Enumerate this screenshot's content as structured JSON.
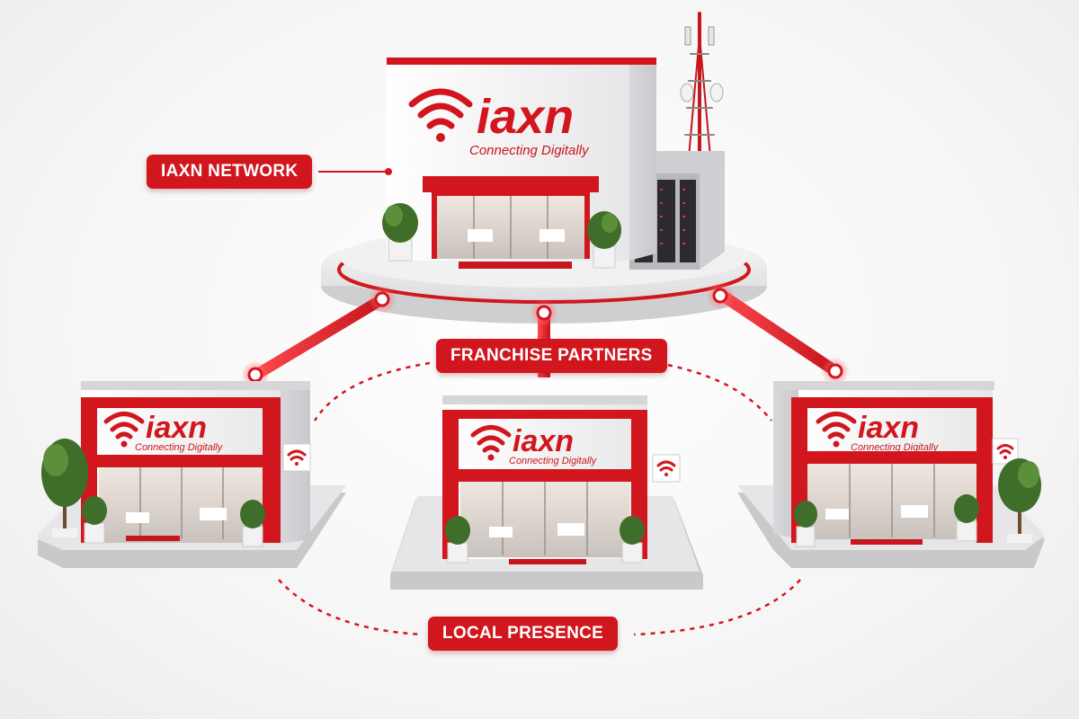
{
  "labels": {
    "network": "IAXN NETWORK",
    "franchise": "FRANCHISE PARTNERS",
    "local": "LOCAL PRESENCE"
  },
  "brand": {
    "name": "iaxn",
    "tagline": "Connecting Digitally"
  },
  "colors": {
    "accent": "#d2161d",
    "building": "#f4f4f4",
    "floor": "#d9d9dc"
  },
  "icons": [
    "wifi-icon",
    "cell-tower-icon",
    "server-rack-icon",
    "potted-plant-icon",
    "tree-icon"
  ]
}
